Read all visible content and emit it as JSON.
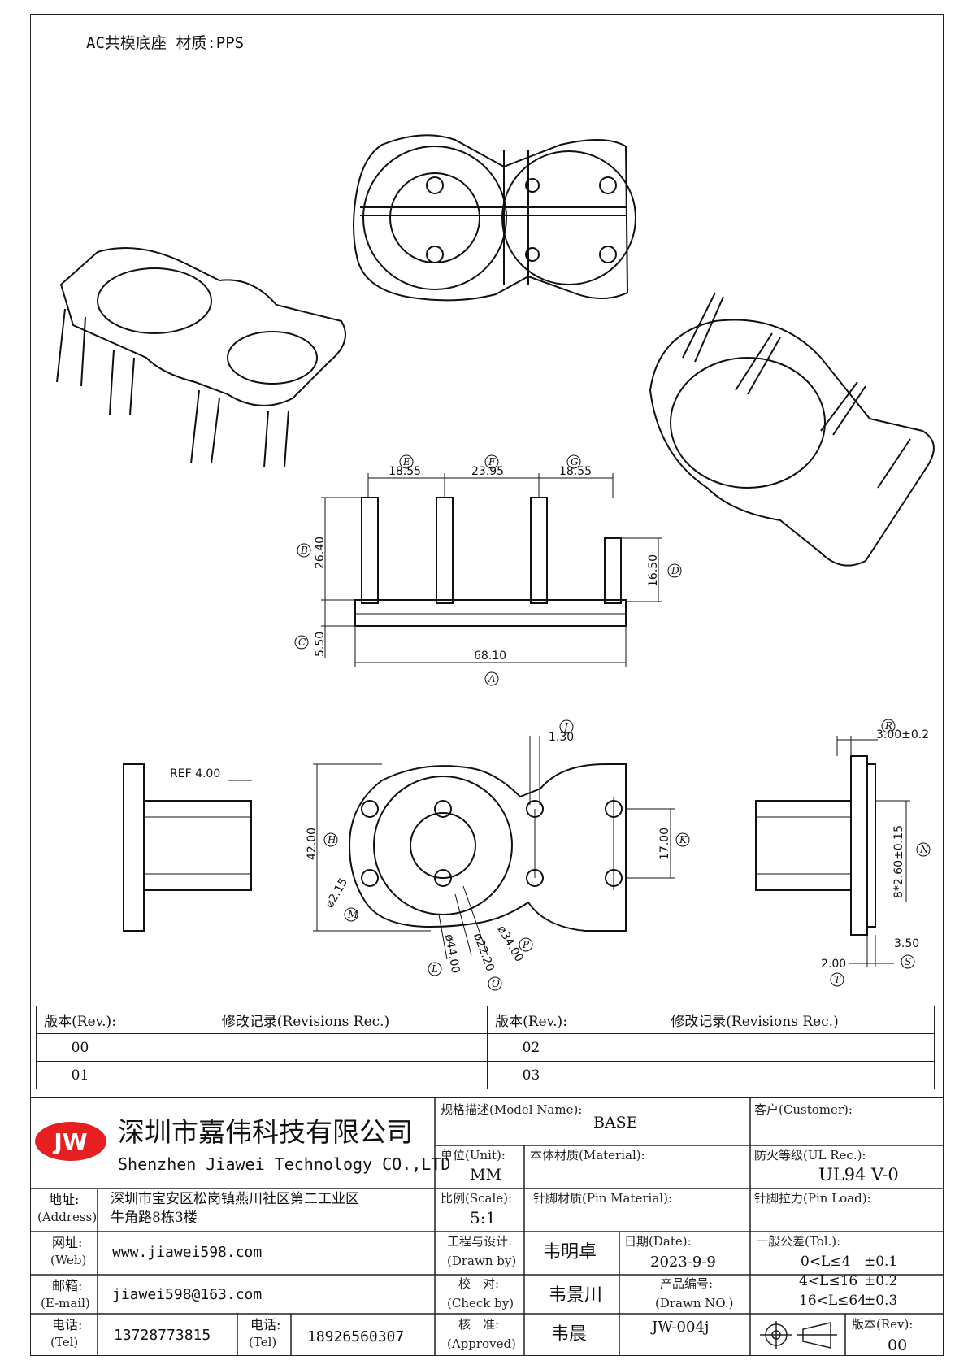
{
  "header": {
    "title": "AC共模底座 材质:PPS"
  },
  "dims": {
    "e": "18.55",
    "f": "23.95",
    "g": "18.55",
    "b": "26.40",
    "c": "5.50",
    "d": "16.50",
    "a": "68.10",
    "ref": "REF 4.00",
    "j": "1.30",
    "h": "42.00",
    "k": "17.00",
    "m": "ø2.15",
    "l": "ø44.00",
    "o": "ø22.20",
    "p": "ø34.00",
    "r": "3.00±0.2",
    "n": "8*2.60±0.15",
    "s": "3.50",
    "t": "2.00"
  },
  "labels": {
    "a": "A",
    "b": "B",
    "c": "C",
    "d": "D",
    "e": "E",
    "f": "F",
    "g": "G",
    "h": "H",
    "j": "J",
    "k": "K",
    "l": "L",
    "m": "M",
    "n": "N",
    "o": "O",
    "p": "P",
    "r": "R",
    "s": "S",
    "t": "T"
  },
  "revisions": {
    "col_rev": "版本(Rev.):",
    "col_rec": "修改记录(Revisions Rec.)",
    "rows": [
      [
        "00",
        "",
        "02",
        ""
      ],
      [
        "01",
        "",
        "03",
        ""
      ]
    ]
  },
  "titleblock": {
    "logo": "JW",
    "company_cn": "深圳市嘉伟科技有限公司",
    "company_en": "Shenzhen Jiawei Technology CO.,LTD",
    "model_label": "规格描述(Model Name):",
    "model": "BASE",
    "customer_label": "客户(Customer):",
    "unit_label": "单位(Unit):",
    "unit": "MM",
    "material_label": "本体材质(Material):",
    "ul_label": "防火等级(UL Rec.):",
    "ul": "UL94 V-0",
    "address_label": "地址:",
    "address_label_en": "(Address)",
    "address_1": "深圳市宝安区松岗镇燕川社区第二工业区",
    "address_2": "牛角路8栋3楼",
    "scale_label": "比例(Scale):",
    "scale": "5:1",
    "pin_material_label": "针脚材质(Pin Material):",
    "pin_load_label": "针脚拉力(Pin Load):",
    "web_label": "网址:",
    "web_label_en": "(Web)",
    "web": "www.jiawei598.com",
    "drawn_label": "工程与设计:",
    "drawn_label_en": "(Drawn by)",
    "drawn": "韦明卓",
    "date_label": "日期(Date):",
    "date": "2023-9-9",
    "tol_label": "一般公差(Tol.):",
    "tol": [
      [
        "0<L≤4",
        "±0.1"
      ],
      [
        "4<L≤16",
        "±0.2"
      ],
      [
        "16<L≤64",
        "±0.3"
      ]
    ],
    "email_label": "邮箱:",
    "email_label_en": "(E-mail)",
    "email": "jiawei598@163.com",
    "check_label": "校　对:",
    "check_label_en": "(Check by)",
    "check": "韦景川",
    "drawn_no_label": "产品编号:",
    "drawn_no_label_en": "(Drawn NO.)",
    "drawn_no": "JW-004j",
    "tel_label": "电话:",
    "tel_label_en": "(Tel)",
    "tel1": "13728773815",
    "tel2": "18926560307",
    "approved_label": "核　准:",
    "approved_label_en": "(Approved)",
    "approved": "韦晨",
    "rev_label": "版本(Rev):",
    "rev": "00"
  }
}
